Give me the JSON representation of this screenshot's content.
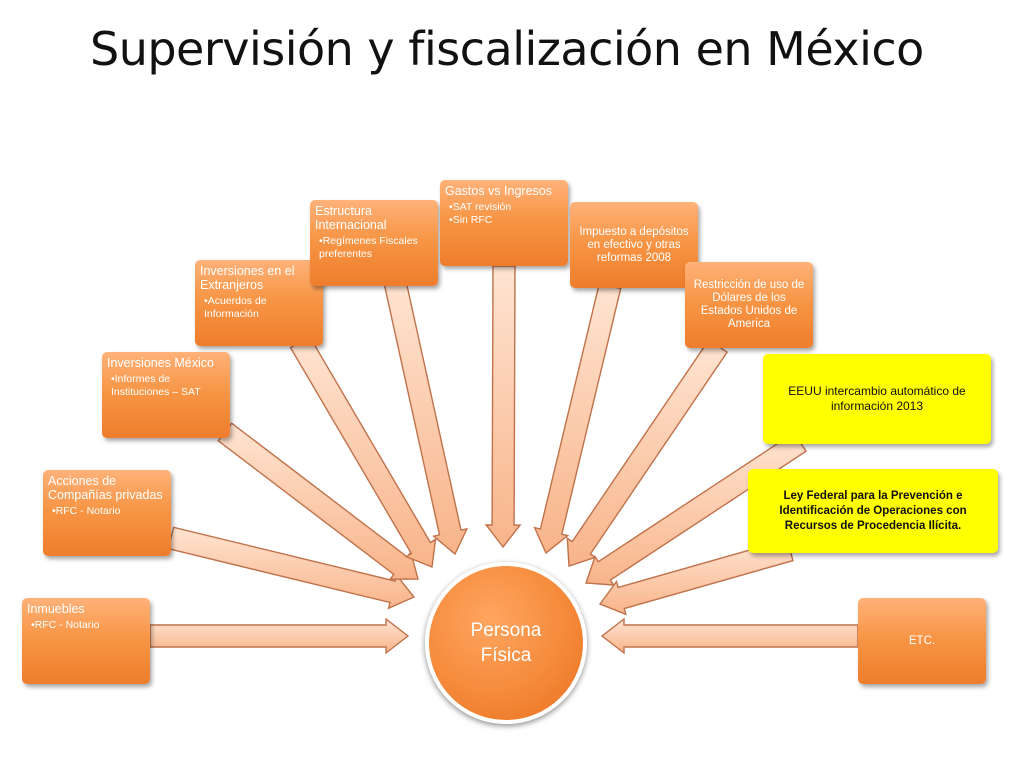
{
  "title": "Supervisión y fiscalización en México",
  "center": {
    "label": "Persona Física"
  },
  "boxes": [
    {
      "id": "inmuebles",
      "head": "Inmuebles",
      "items": [
        "RFC - Notario"
      ]
    },
    {
      "id": "acciones",
      "head": "Acciones de Compañías privadas",
      "items": [
        "RFC - Notario"
      ]
    },
    {
      "id": "inversiones-mexico",
      "head": "Inversiones México",
      "items": [
        "Informes de Instituciones – SAT"
      ]
    },
    {
      "id": "inversiones-extranjero",
      "head": "Inversiones en el Extranjeros",
      "items": [
        "Acuerdos de Información"
      ]
    },
    {
      "id": "estructura",
      "head": "Estructura Internacional",
      "items": [
        "Regímenes Fiscales preferentes"
      ]
    },
    {
      "id": "gastos",
      "head": "Gastos vs Ingresos",
      "items": [
        "SAT revisión",
        "Sin RFC"
      ]
    },
    {
      "id": "impuesto",
      "head": "Impuesto a depósitos en efectivo  y otras reformas 2008",
      "items": []
    },
    {
      "id": "restriccion",
      "head": "Restricción de uso de Dólares de los Estados Unidos de America",
      "items": []
    },
    {
      "id": "eeuu",
      "head": "EEUU intercambio automático de información 2013",
      "items": []
    },
    {
      "id": "ley",
      "head": "Ley Federal para la Prevención e Identificación de Operaciones con Recursos de Procedencia Ilícita.",
      "items": []
    },
    {
      "id": "etc",
      "head": "ETC.",
      "items": []
    }
  ]
}
